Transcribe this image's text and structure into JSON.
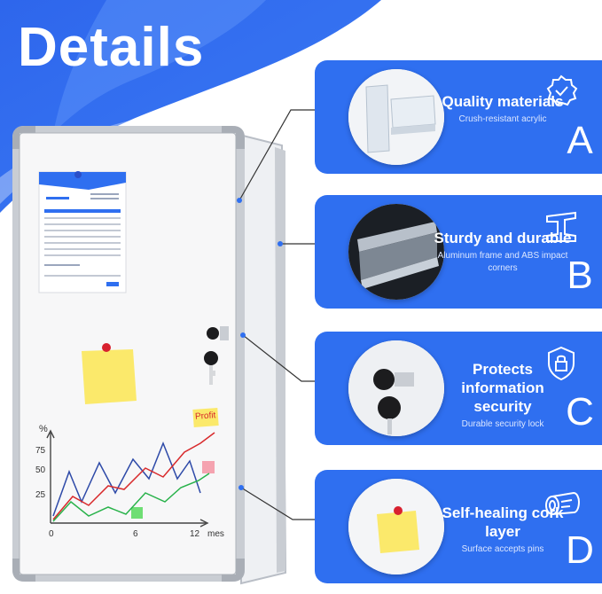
{
  "title": "Details",
  "colors": {
    "accent": "#2f6ff0",
    "light_blue": "#8fb3ff",
    "frame": "#c8ccd2"
  },
  "features": [
    {
      "heading": "Quality materials",
      "subtext": "Crush-resistant acrylic",
      "letter": "A",
      "icon": "award-badge-icon"
    },
    {
      "heading": "Sturdy and durable",
      "subtext": "Aluminum frame and ABS impact corners",
      "letter": "B",
      "icon": "i-beam-icon"
    },
    {
      "heading": "Protects information security",
      "subtext": "Durable security lock",
      "letter": "C",
      "icon": "shield-lock-icon"
    },
    {
      "heading": "Self-healing cork layer",
      "subtext": "Surface accepts pins",
      "letter": "D",
      "icon": "log-icon"
    }
  ],
  "note_text": "Profit",
  "chart_axes": {
    "y_unit": "%",
    "x_unit": "mes",
    "y_ticks": [
      "75",
      "50",
      "25"
    ],
    "x_ticks": [
      "0",
      "6",
      "12"
    ]
  }
}
